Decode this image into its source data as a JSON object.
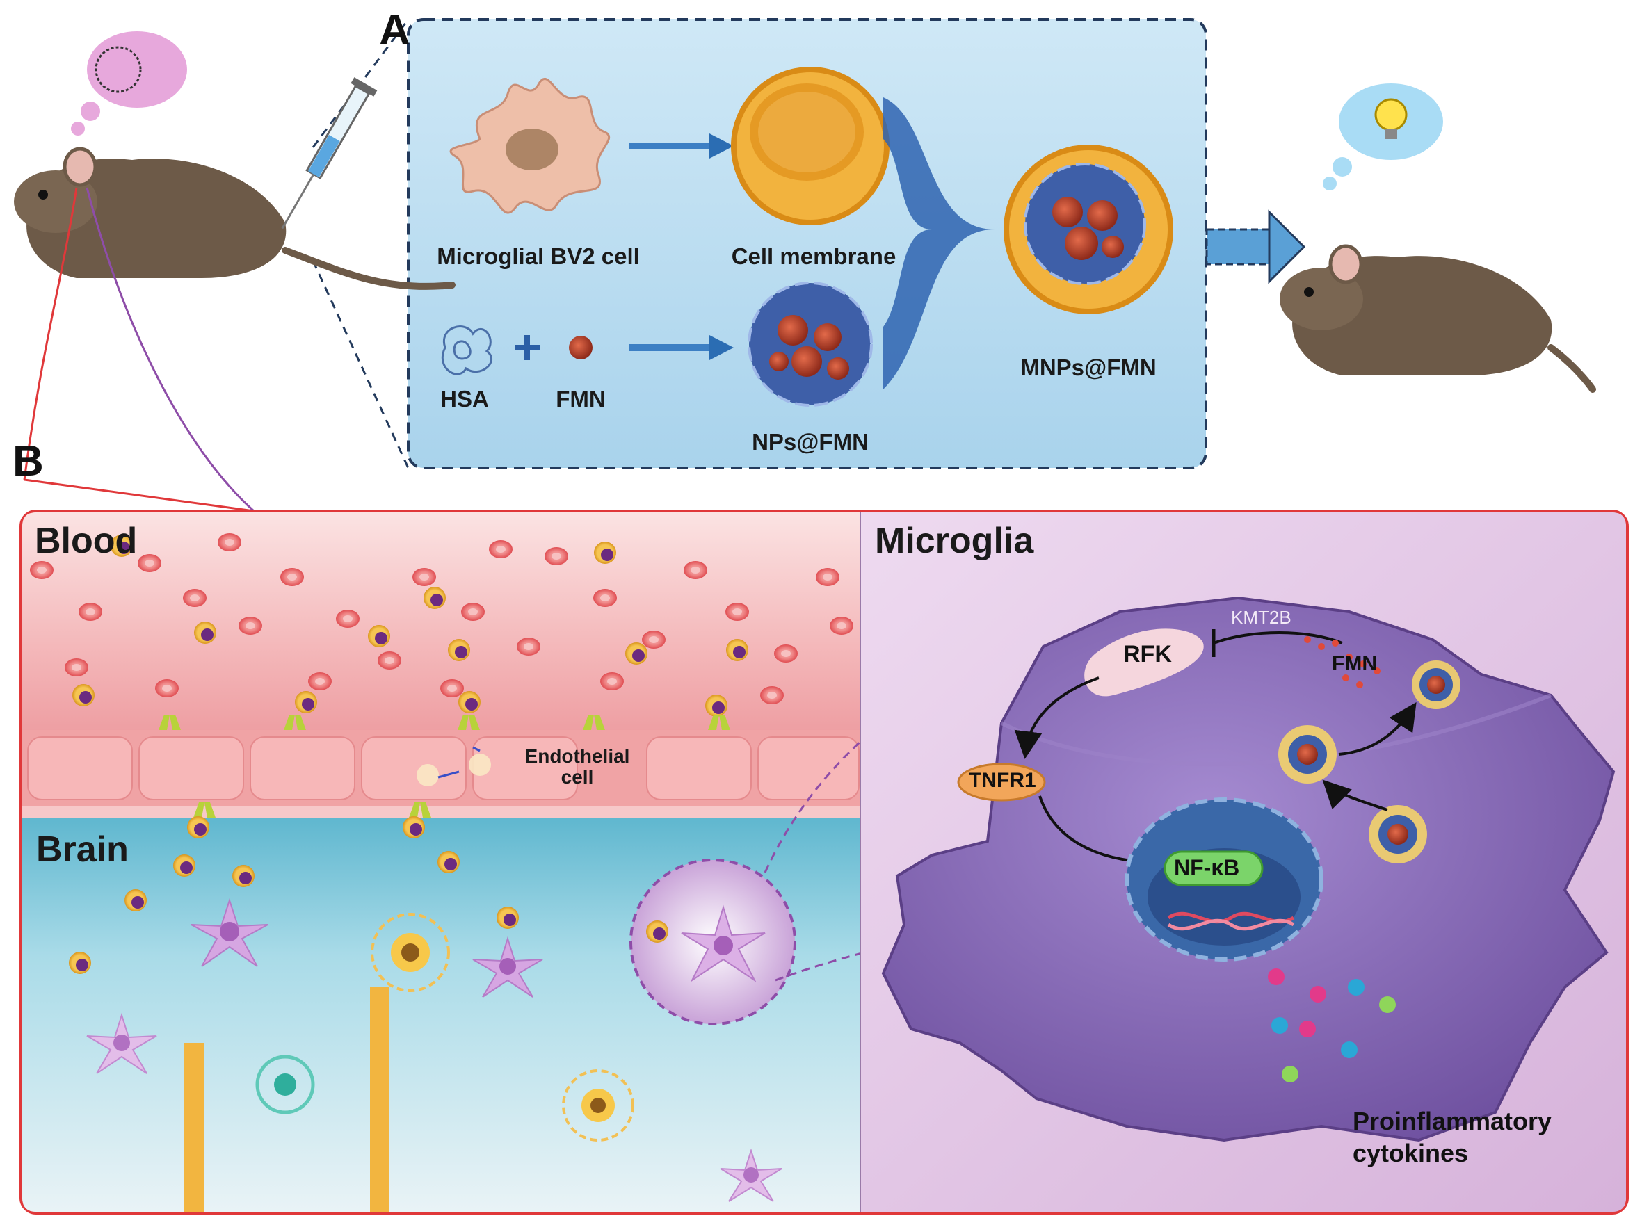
{
  "panel_a": {
    "letter": "A",
    "labels": {
      "microglial_cell": "Microglial BV2 cell",
      "cell_membrane": "Cell membrane",
      "hsa": "HSA",
      "fmn": "FMN",
      "nps_fmn": "NPs@FMN",
      "mnps_fmn": "MNPs@FMN"
    }
  },
  "panel_b": {
    "letter": "B",
    "blood": "Blood",
    "brain": "Brain",
    "endothelial_line1": "Endothelial",
    "endothelial_line2": "cell",
    "microglia": "Microglia",
    "rfk": "RFK",
    "kmt2b": "KMT2B",
    "fmn": "FMN",
    "tnfr1": "TNFR1",
    "nfkb": "NF-κB",
    "cytokines_line1": "Proinflammatory",
    "cytokines_line2": "cytokines"
  },
  "colors": {
    "panel_a_bg": "#bfe0f2",
    "panel_b_border": "#e0383a",
    "blood_bg": "#f6c5c6",
    "brain_bg": "#8ccfe0",
    "microglia_bg": "#e3c8e6",
    "microglia_cell": "#8a6ab8"
  }
}
